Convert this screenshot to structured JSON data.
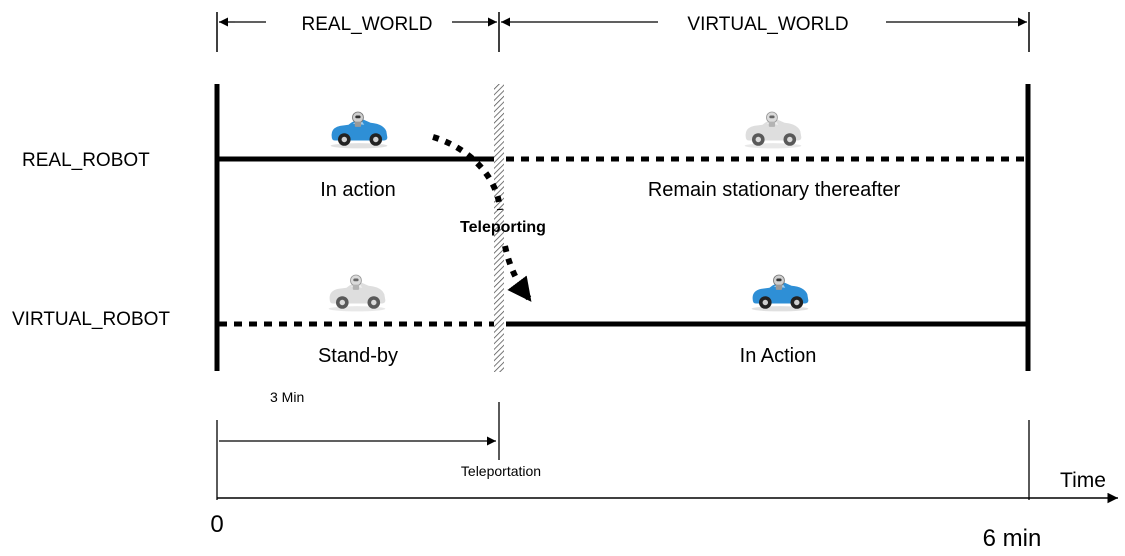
{
  "worlds": {
    "real": "REAL_WORLD",
    "virtual": "VIRTUAL_WORLD"
  },
  "robots": {
    "real": {
      "label": "REAL_ROBOT",
      "first_phase": "In action",
      "second_phase": "Remain stationary thereafter"
    },
    "virtual": {
      "label": "VIRTUAL_ROBOT",
      "first_phase": "Stand-by",
      "second_phase": "In Action"
    }
  },
  "transition": {
    "label": "Teleporting"
  },
  "timeline": {
    "interval_label": "3 Min",
    "event_label": "Teleportation",
    "axis_label": "Time",
    "start_label": "0",
    "end_label": "6 min"
  },
  "colors": {
    "line": "#000000",
    "active_car": "#2e8fd6",
    "idle_car": "#d3d3d3"
  },
  "icons": {
    "active": "robot-car-icon",
    "idle": "robot-car-icon-faded"
  }
}
